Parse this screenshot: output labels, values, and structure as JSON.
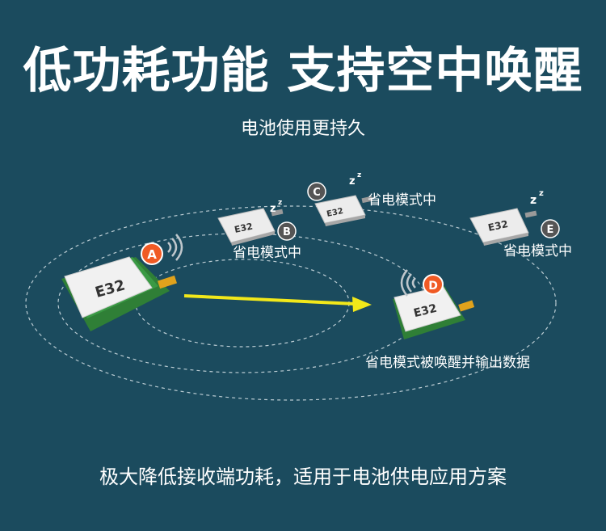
{
  "title": "低功耗功能 支持空中唤醒",
  "subtitle": "电池使用更持久",
  "footer": "极大降低接收端功耗，适用于电池供电应用方案",
  "module_label": "E32",
  "nodes": {
    "a": {
      "badge": "A"
    },
    "b": {
      "badge": "B",
      "status": "省电模式中"
    },
    "c": {
      "badge": "C",
      "status": "省电模式中"
    },
    "d": {
      "badge": "D",
      "status": "省电模式被唤醒并输出数据"
    },
    "e": {
      "badge": "E",
      "status": "省电模式中"
    }
  },
  "sleep_symbol": "zz",
  "colors": {
    "background": "#1b4b5e",
    "arrow": "#f2e81a",
    "badge_active": "#f05a24",
    "badge_idle": "#555555",
    "module_board": "#2f8a3a",
    "module_face": "#eeeeee"
  }
}
